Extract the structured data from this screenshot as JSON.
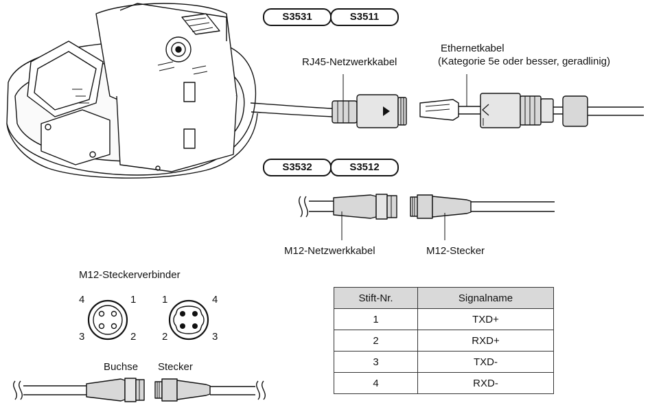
{
  "badges": {
    "top_left": "S3531",
    "top_right": "S3511",
    "mid_left": "S3532",
    "mid_right": "S3512"
  },
  "labels": {
    "rj45": "RJ45-Netzwerkkabel",
    "ethernet_line1": "Ethernetkabel",
    "ethernet_line2": "(Kategorie 5e oder besser, geradlinig)",
    "m12_network": "M12-Netzwerkkabel",
    "m12_plug": "M12-Stecker",
    "m12_connector": "M12-Steckerverbinder",
    "socket": "Buchse",
    "plug": "Stecker"
  },
  "pin_numbers": {
    "socket": {
      "tl": "4",
      "tr": "1",
      "bl": "3",
      "br": "2"
    },
    "plug": {
      "tl": "1",
      "tr": "4",
      "bl": "2",
      "br": "3"
    }
  },
  "pin_table": {
    "headers": [
      "Stift-Nr.",
      "Signalname"
    ],
    "rows": [
      [
        "1",
        "TXD+"
      ],
      [
        "2",
        "RXD+"
      ],
      [
        "3",
        "TXD-"
      ],
      [
        "4",
        "RXD-"
      ]
    ]
  },
  "colors": {
    "line": "#111111",
    "header_fill": "#d9d9d9",
    "connector_fill": "#cfcfcf"
  }
}
